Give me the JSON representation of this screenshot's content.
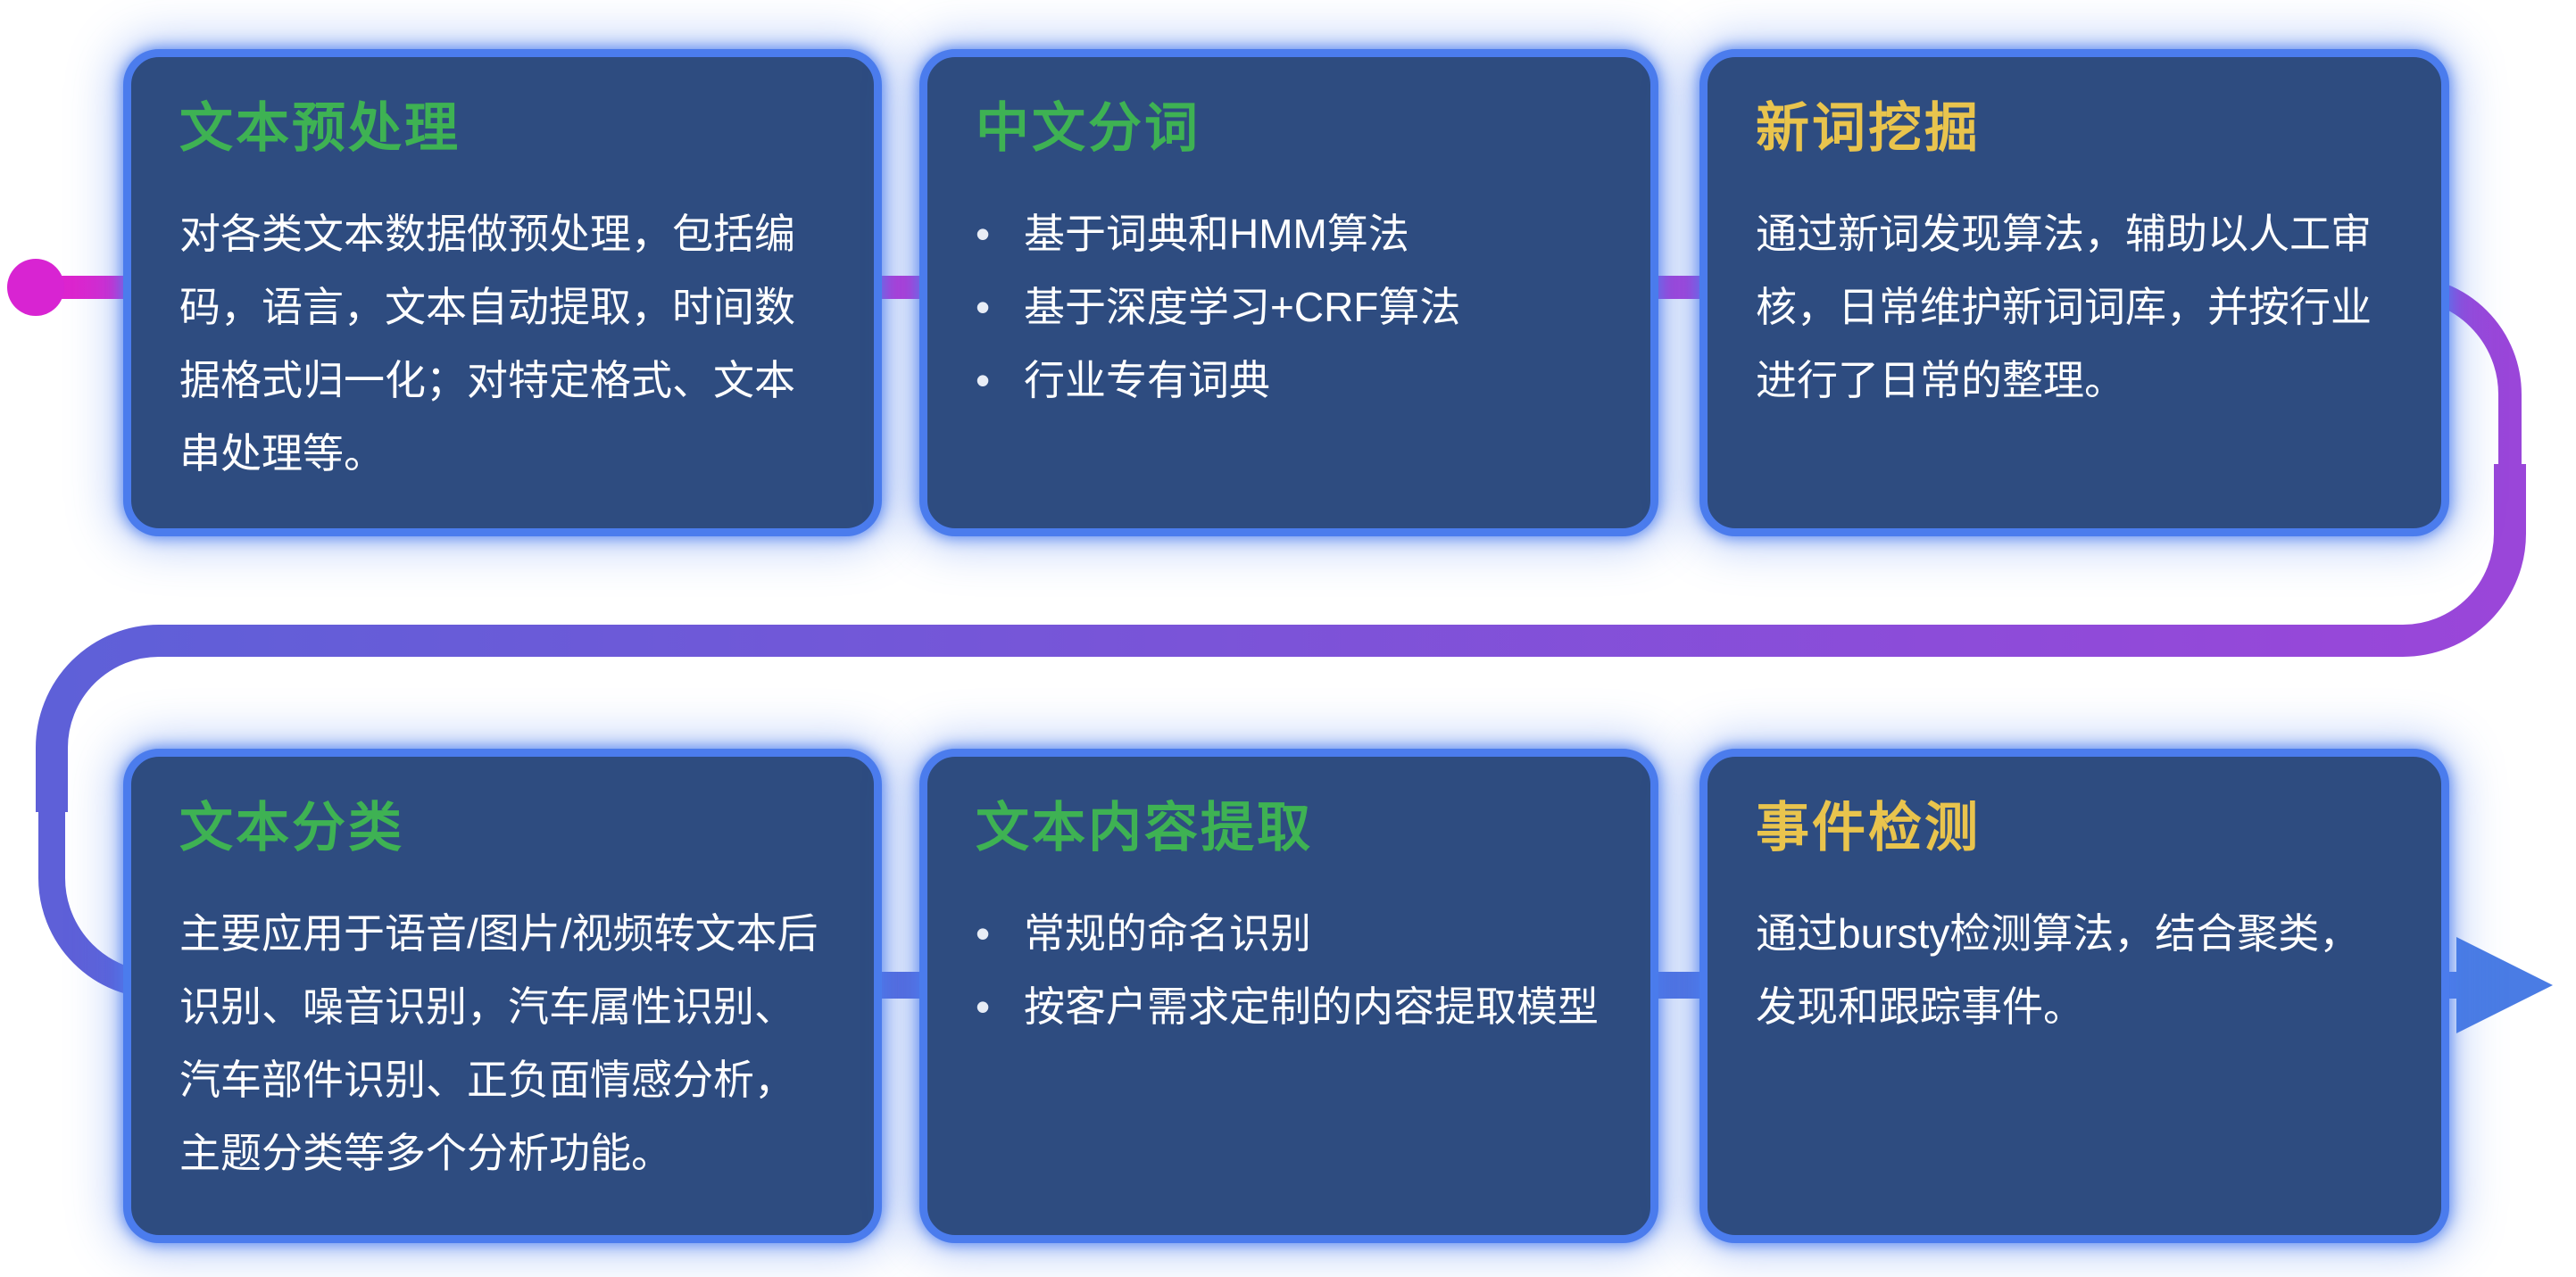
{
  "ui": {
    "bullet_char": "•"
  },
  "flow": {
    "start_dot_color": "#D824D2",
    "arrow_color": "#4A7CE4",
    "top_gradient": {
      "start": "#DE24CE",
      "end": "#9A46D9"
    },
    "middle_gradient": {
      "start": "#9A46D9",
      "end": "#5E60D8"
    },
    "bottom_gradient": {
      "start": "#5E60D8",
      "end": "#4A7CE4"
    }
  },
  "card_style": {
    "background": "#2E4C80",
    "border": "#4B7CED"
  },
  "cards": [
    {
      "title": "文本预处理",
      "title_color": "#3EB253",
      "body": "对各类文本数据做预处理，包括编码，语言，文本自动提取，时间数据格式归一化；对特定格式、文本串处理等。"
    },
    {
      "title": "中文分词",
      "title_color": "#3EB253",
      "bullets": [
        "基于词典和HMM算法",
        "基于深度学习+CRF算法",
        "行业专有词典"
      ]
    },
    {
      "title": "新词挖掘",
      "title_color": "#E9C44D",
      "body": "通过新词发现算法，辅助以人工审核，日常维护新词词库，并按行业进行了日常的整理。"
    },
    {
      "title": "文本分类",
      "title_color": "#3EB253",
      "body": "主要应用于语音/图片/视频转文本后识别、噪音识别，汽车属性识别、汽车部件识别、正负面情感分析，主题分类等多个分析功能。"
    },
    {
      "title": "文本内容提取",
      "title_color": "#3EB253",
      "bullets": [
        "常规的命名识别",
        "按客户需求定制的内容提取模型"
      ]
    },
    {
      "title": "事件检测",
      "title_color": "#E9C44D",
      "body": "通过bursty检测算法，结合聚类，发现和跟踪事件。"
    }
  ]
}
